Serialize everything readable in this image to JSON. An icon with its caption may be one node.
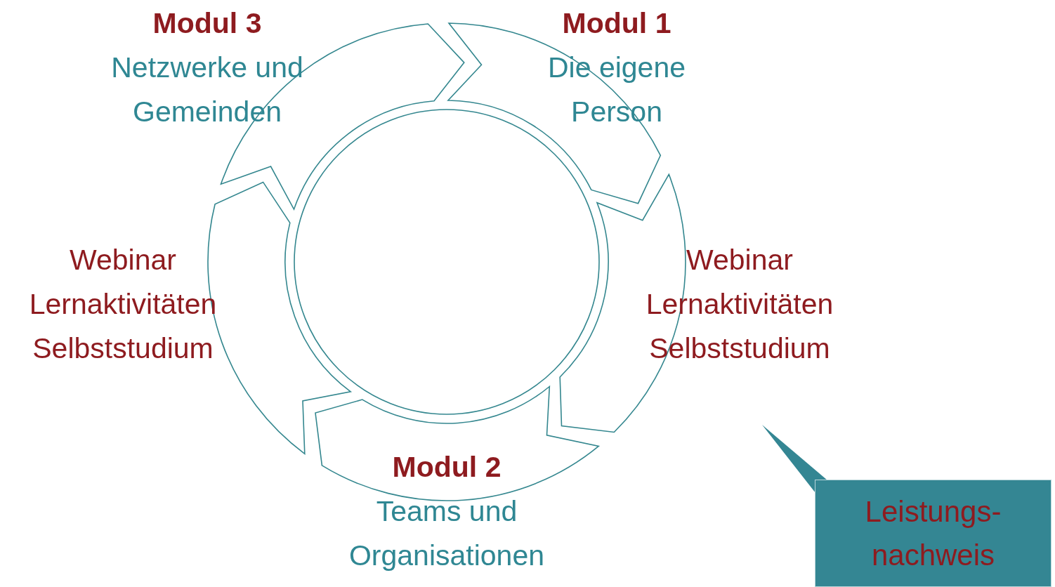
{
  "diagram": {
    "nodes": [
      {
        "text": [
          "Modul 3",
          "Netzwerke und Gemeinden"
        ]
      },
      {
        "text": [
          "Modul 1",
          "Die eigene Person"
        ]
      },
      {
        "text": [
          "Webinar",
          "Lernaktivitäten",
          "Selbststudium"
        ]
      },
      {
        "text": [
          "Webinar",
          "Lernaktivitäten",
          "Selbststudium"
        ]
      },
      {
        "text": [
          "Modul 2",
          "Teams und Organisationen"
        ]
      },
      {
        "text": [
          "Leistungs- nachweis"
        ]
      }
    ]
  }
}
